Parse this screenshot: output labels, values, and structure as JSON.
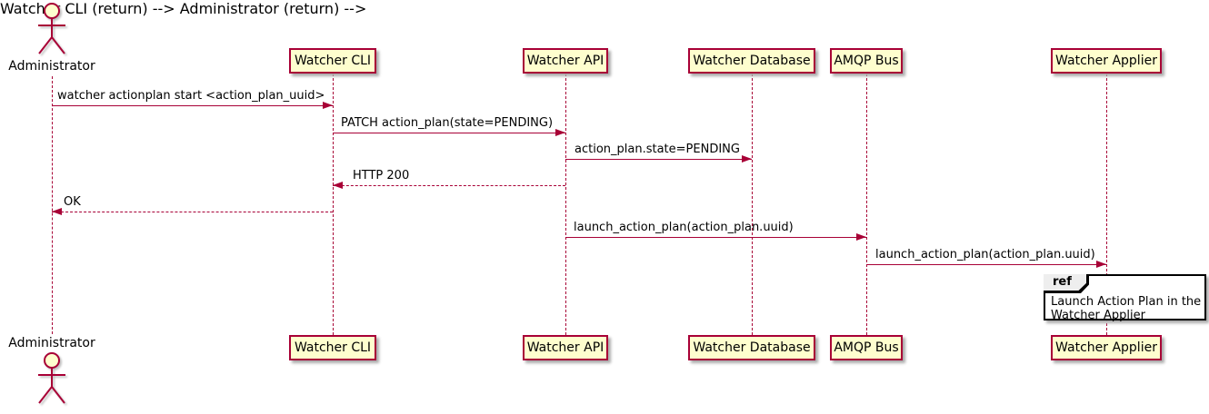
{
  "diagram": {
    "type": "uml-sequence",
    "actor": {
      "name": "Administrator"
    },
    "participants": [
      {
        "name": "Watcher CLI"
      },
      {
        "name": "Watcher API"
      },
      {
        "name": "Watcher Database"
      },
      {
        "name": "AMQP Bus"
      },
      {
        "name": "Watcher Applier"
      }
    ],
    "messages": [
      {
        "label": "watcher actionplan start <action_plan_uuid>",
        "from": "Administrator",
        "to": "Watcher CLI",
        "style": "solid"
      },
      {
        "label": "PATCH action_plan(state=PENDING)",
        "from": "Watcher CLI",
        "to": "Watcher API",
        "style": "solid"
      },
      {
        "label": "action_plan.state=PENDING",
        "from": "Watcher API",
        "to": "Watcher Database",
        "style": "solid"
      },
      {
        "label": "HTTP 200",
        "from": "Watcher API",
        "to": "Watcher CLI",
        "style": "dashed"
      },
      {
        "label": "OK",
        "from": "Watcher CLI",
        "to": "Administrator",
        "style": "dashed"
      },
      {
        "label": "launch_action_plan(action_plan.uuid)",
        "from": "Watcher API",
        "to": "AMQP Bus",
        "style": "solid"
      },
      {
        "label": "launch_action_plan(action_plan.uuid)",
        "from": "AMQP Bus",
        "to": "Watcher Applier",
        "style": "solid"
      }
    ],
    "ref_fragment": {
      "keyword": "ref",
      "over": "Watcher Applier",
      "line1": "Launch Action Plan in the",
      "line2": "Watcher Applier"
    },
    "colors": {
      "participant_fill": "#FEFECE",
      "participant_border": "#A80036",
      "arrow_line": "#A80036",
      "lifeline": "#A80036",
      "text": "#000000",
      "ref_border": "#000000",
      "ref_header_fill": "#EEEEEE",
      "background": "#FFFFFF"
    }
  }
}
